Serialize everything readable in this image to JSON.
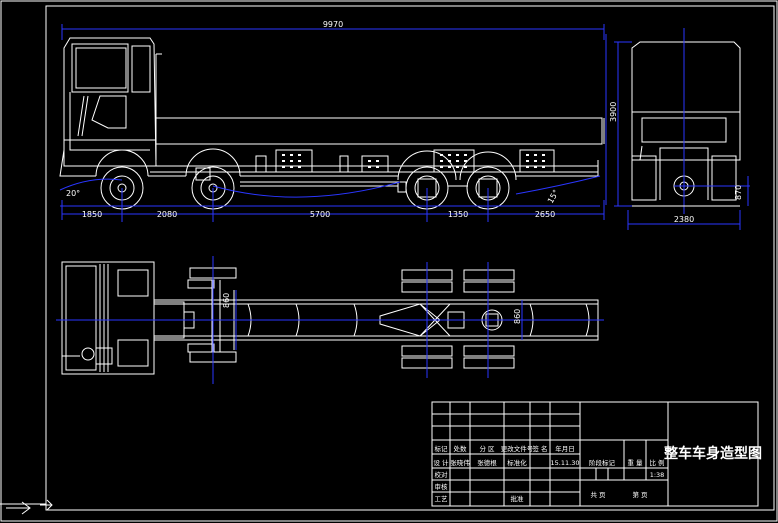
{
  "drawing": {
    "overall_length": "9970",
    "total_height": "3900",
    "dims_bottom": [
      "1850",
      "2080",
      "5700",
      "1350",
      "2650"
    ],
    "approach_angle": "20°",
    "departure_angle": "15°",
    "rear_width": "2380",
    "rear_small_dim": "870",
    "frame_width": "860",
    "frame_width_rear": "860"
  },
  "title_block": {
    "title": "整车车身造型图",
    "header_row": [
      "标记",
      "处数",
      "分 区",
      "更改文件号",
      "签 名",
      "年月日"
    ],
    "design_row": [
      "设 计",
      "张晓伟",
      "张德根",
      "标准化",
      "",
      "15.11.30"
    ],
    "row_labels": [
      "校对",
      "审核",
      "工艺"
    ],
    "approve_label": "批准",
    "stage_label": "阶段标记",
    "weight_label": "重 量",
    "scale_label": "比 例",
    "scale_value": "1:38",
    "sheets_total": "共 页",
    "sheet_no": "第 页"
  },
  "colors": {
    "background": "#000000",
    "line": "#ffffff",
    "dimension": "#2a36ff"
  }
}
